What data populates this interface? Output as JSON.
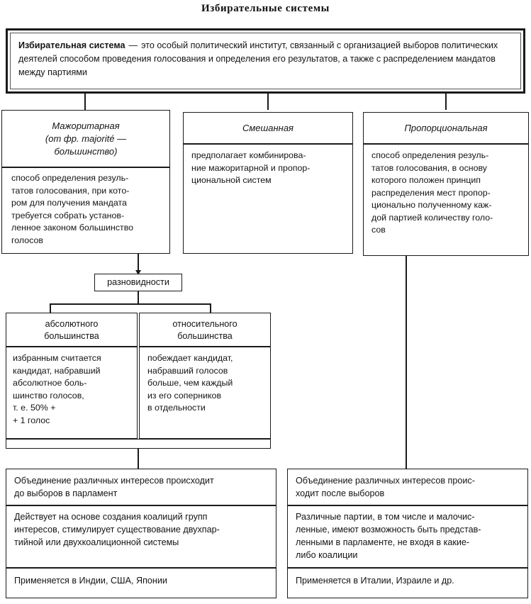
{
  "title": "Избирательные системы",
  "definition": {
    "term": "Избирательная система",
    "dash": "—",
    "text": "это особый политический институт, связанный с организацией выборов политических деятелей способом проведения голосования и определения его результатов, а также с распределением мандатов между партиями"
  },
  "systems": [
    {
      "id": "majoritarian",
      "header": "Мажоритарная\n(от фр. majorité —\nбольшинство)",
      "body": "способ определения резуль-\nтатов голосования, при кото-\nром для получения мандата\nтребуется собрать установ-\nленное законом большинство\nголосов"
    },
    {
      "id": "mixed",
      "header": "Смешанная",
      "body": "предполагает комбинирова-\nние мажоритарной и пропор-\nциональной систем"
    },
    {
      "id": "proportional",
      "header": "Пропорциональная",
      "body": "способ определения резуль-\nтатов голосования, в основу\nкоторого положен принцип\nраспределения мест пропор-\nционально полученному каж-\nдой партией количеству голо-\nсов"
    }
  ],
  "varieties_label": "разновидности",
  "varieties": [
    {
      "id": "absolute-majority",
      "header": "абсолютного\nбольшинства",
      "body": "избранным считается\nкандидат, набравший\nабсолютное боль-\nшинство голосов,\nт. е. 50% +\n+ 1 голос"
    },
    {
      "id": "relative-majority",
      "header": "относительного\nбольшинства",
      "body": "побеждает кандидат,\nнабравший голосов\nбольше, чем каждый\nиз его соперников\nв отдельности"
    }
  ],
  "comparison": {
    "left": [
      "Объединение различных интересов происходит\nдо выборов в парламент",
      "Действует на основе создания коалиций групп\nинтересов, стимулирует существование двухпар-\nтийной или двухкоалиционной системы",
      "Применяется в Индии, США, Японии"
    ],
    "right": [
      "Объединение различных интересов проис-\nходит после выборов",
      "Различные партии, в том числе и малочис-\nленные, имеют возможность быть представ-\nленными в парламенте, не входя в какие-\nлибо коалиции",
      "Применяется в Италии, Израиле и др."
    ]
  },
  "colors": {
    "ink": "#1a1a1a",
    "paper": "#ffffff",
    "inner_frame": "#555555"
  }
}
